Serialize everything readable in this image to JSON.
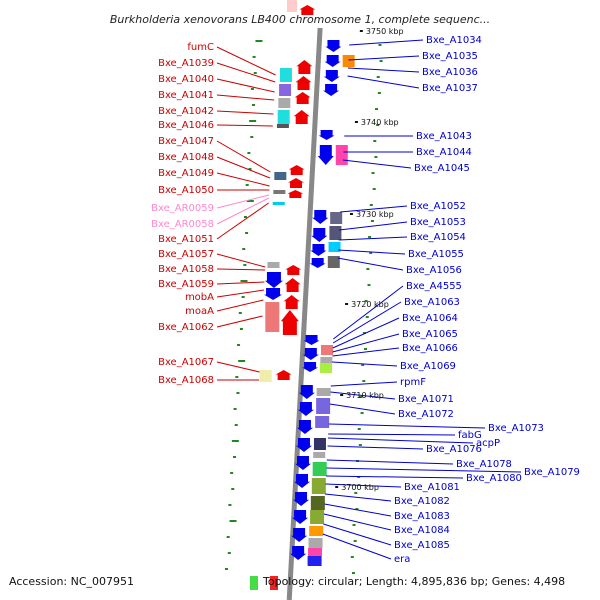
{
  "title": "Burkholderia xenovorans LB400 chromosome 1, complete sequenc...",
  "footer": {
    "accession": "Accession: NC_007951",
    "topology": "Topology: circular; Length: 4,895,836 bp; Genes: 4,498"
  },
  "scale_labels": [
    "3750 kbp",
    "3740 kbp",
    "3730 kbp",
    "3720 kbp",
    "3710 kbp",
    "3700 kbp"
  ],
  "left_labels": [
    {
      "text": "fumC",
      "style": "red"
    },
    {
      "text": "Bxe_A1039",
      "style": "red"
    },
    {
      "text": "Bxe_A1040",
      "style": "red"
    },
    {
      "text": "Bxe_A1041",
      "style": "red"
    },
    {
      "text": "Bxe_A1042",
      "style": "red"
    },
    {
      "text": "Bxe_A1046",
      "style": "red"
    },
    {
      "text": "Bxe_A1047",
      "style": "red"
    },
    {
      "text": "Bxe_A1048",
      "style": "red"
    },
    {
      "text": "Bxe_A1049",
      "style": "red"
    },
    {
      "text": "Bxe_A1050",
      "style": "red"
    },
    {
      "text": "Bxe_AR0059",
      "style": "pink"
    },
    {
      "text": "Bxe_AR0058",
      "style": "pink"
    },
    {
      "text": "Bxe_A1051",
      "style": "red"
    },
    {
      "text": "Bxe_A1057",
      "style": "red"
    },
    {
      "text": "Bxe_A1058",
      "style": "red"
    },
    {
      "text": "Bxe_A1059",
      "style": "red"
    },
    {
      "text": "mobA",
      "style": "red"
    },
    {
      "text": "moaA",
      "style": "red"
    },
    {
      "text": "Bxe_A1062",
      "style": "red"
    },
    {
      "text": "Bxe_A1067",
      "style": "red"
    },
    {
      "text": "Bxe_A1068",
      "style": "red"
    }
  ],
  "right_labels": [
    {
      "text": "Bxe_A1034"
    },
    {
      "text": "Bxe_A1035"
    },
    {
      "text": "Bxe_A1036"
    },
    {
      "text": "Bxe_A1037"
    },
    {
      "text": "Bxe_A1043"
    },
    {
      "text": "Bxe_A1044"
    },
    {
      "text": "Bxe_A1045"
    },
    {
      "text": "Bxe_A1052"
    },
    {
      "text": "Bxe_A1053"
    },
    {
      "text": "Bxe_A1054"
    },
    {
      "text": "Bxe_A1055"
    },
    {
      "text": "Bxe_A1056"
    },
    {
      "text": "Bxe_A4555"
    },
    {
      "text": "Bxe_A1063"
    },
    {
      "text": "Bxe_A1064"
    },
    {
      "text": "Bxe_A1065"
    },
    {
      "text": "Bxe_A1066"
    },
    {
      "text": "Bxe_A1069"
    },
    {
      "text": "rpmF"
    },
    {
      "text": "Bxe_A1071"
    },
    {
      "text": "Bxe_A1072"
    },
    {
      "text": "Bxe_A1073"
    },
    {
      "text": "fabG"
    },
    {
      "text": "acpP"
    },
    {
      "text": "Bxe_A1076"
    },
    {
      "text": "Bxe_A1078"
    },
    {
      "text": "Bxe_A1079"
    },
    {
      "text": "Bxe_A1080"
    },
    {
      "text": "Bxe_A1081"
    },
    {
      "text": "Bxe_A1082"
    },
    {
      "text": "Bxe_A1083"
    },
    {
      "text": "Bxe_A1084"
    },
    {
      "text": "Bxe_A1085"
    },
    {
      "text": "era"
    }
  ],
  "colors": {
    "forward_strand": "#ee0000",
    "reverse_strand": "#0000ee",
    "backbone": "#888888",
    "tick": "#228822",
    "label_red": "#cc0000",
    "label_pink": "#ff88cc",
    "label_blue": "#0000cc"
  }
}
